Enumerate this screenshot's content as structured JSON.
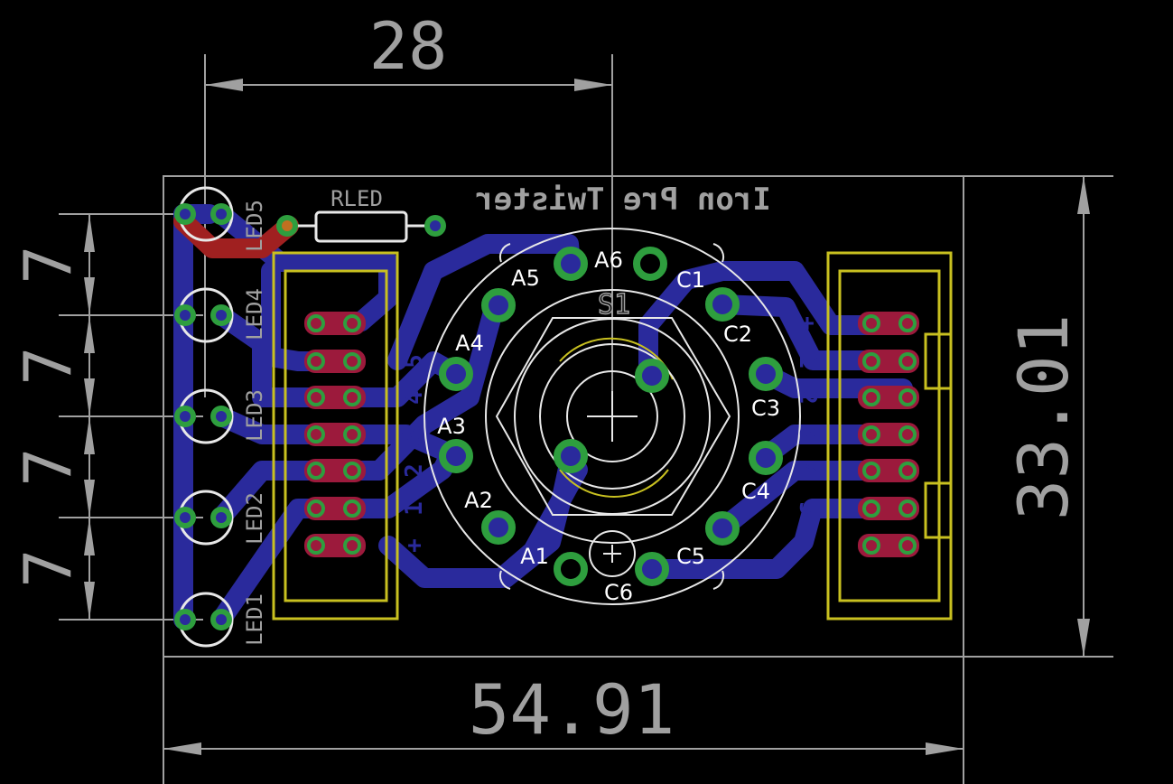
{
  "board_title": "Iron Pre Twister",
  "dimensions": {
    "top": "28",
    "bottom": "54.91",
    "right": "33.01",
    "spacing": [
      "7",
      "7",
      "7",
      "7"
    ]
  },
  "parts": {
    "resistor": "RLED",
    "switch": "S1",
    "leds": [
      "LED5",
      "LED4",
      "LED3",
      "LED2",
      "LED1"
    ]
  },
  "switch_pads": {
    "a": [
      "A1",
      "A2",
      "A3",
      "A4",
      "A5",
      "A6"
    ],
    "c": [
      "C1",
      "C2",
      "C3",
      "C4",
      "C5",
      "C6"
    ]
  },
  "connector_marks": {
    "left": [
      "-",
      "5",
      "4",
      "3",
      "2",
      "1",
      "+"
    ],
    "right": [
      "+",
      "1",
      "2",
      "3",
      "4",
      "5",
      "-"
    ]
  },
  "colors": {
    "background": "#000000",
    "bottom_copper": "#2a2a9c",
    "top_copper": "#a02020",
    "pad": "#2e9e3e",
    "smd_pad": "#9c1a3c",
    "silkscreen": "#e8e8e8",
    "keepout": "#c8c020",
    "dimension": "#a0a0a0"
  }
}
